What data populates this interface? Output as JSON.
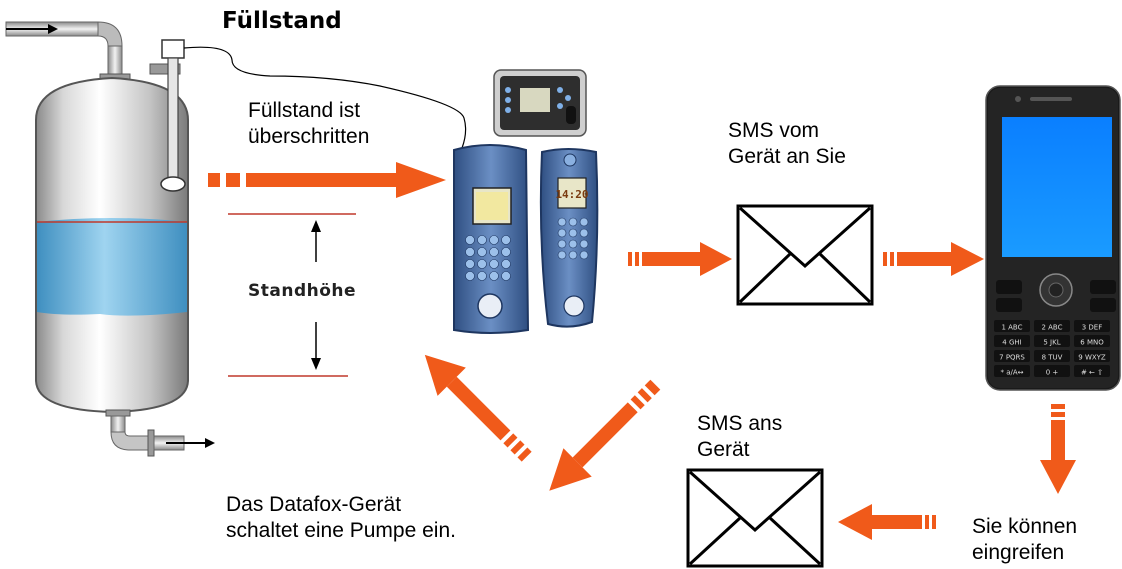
{
  "title": "Füllstand",
  "tank": {
    "level_label": "Standhöhe"
  },
  "labels": {
    "threshold": "Füllstand ist\nüberschritten",
    "sms_to_you": "SMS vom\nGerät an Sie",
    "sms_to_device": "SMS ans\nGerät",
    "pump": "Das Datafox-Gerät\nschaltet eine Pumpe ein.",
    "intervene": "Sie können\neingreifen"
  },
  "device_screens": {
    "right_time": "14:20"
  },
  "phone_keys": [
    [
      "1 ABC",
      "2 ABC",
      "3 DEF"
    ],
    [
      "4 GHI",
      "5 JKL",
      "6 MNO"
    ],
    [
      "7 PQRS",
      "8 TUV",
      "9 WXYZ"
    ],
    [
      "* a/A↔",
      "0 +",
      "# ← ⇧"
    ]
  ],
  "colors": {
    "arrow": "#f05a1a",
    "water": "#5aaedb",
    "device": "#4a6fa5",
    "level_line": "#c0392b"
  }
}
